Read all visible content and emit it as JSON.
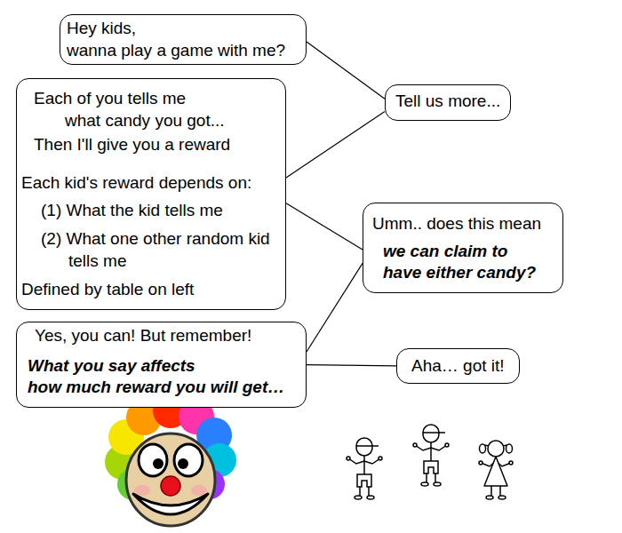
{
  "diagram": {
    "nodes": [
      {
        "text": [
          "Hey kids, wanna play a game with me?"
        ]
      },
      {
        "text": [
          "Each of you tells me what candy you got...",
          "Then I'll give you a reward",
          "Each kid's reward depends on:",
          "(1) What the kid tells me",
          "(2) What one other random kid tells me",
          "Defined by table on left"
        ]
      },
      {
        "text": [
          "Tell us more..."
        ]
      },
      {
        "text": [
          "Umm.. does this mean",
          "we can claim to have either candy?"
        ]
      },
      {
        "text": [
          "Yes, you can! But remember!",
          "What you say affects how much reward you will get…"
        ]
      },
      {
        "text": [
          "Aha… got it!"
        ]
      }
    ],
    "edges": [
      {
        "from": 0,
        "to": 2,
        "arrow": "none"
      },
      {
        "from": 1,
        "to": 2,
        "arrow": "none"
      },
      {
        "from": 1,
        "to": 3,
        "arrow": "none"
      },
      {
        "from": 4,
        "to": 3,
        "arrow": "none"
      },
      {
        "from": 4,
        "to": 5,
        "arrow": "none"
      }
    ]
  }
}
